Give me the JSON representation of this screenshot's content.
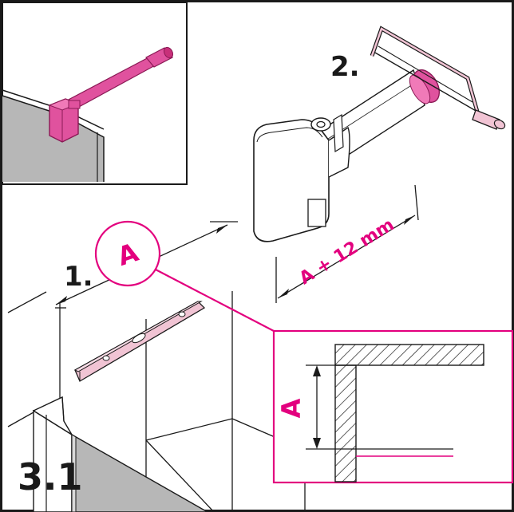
{
  "labels": {
    "step1": "1.",
    "step2": "2.",
    "circle_ref": "A",
    "cut_length": "A + 12 mm",
    "detail_dimension": "A",
    "section": "3.1"
  },
  "colors": {
    "accent": "#e3007e",
    "accent_fill": "#e0529e",
    "level_fill": "#f1c4d4",
    "glass_fill": "#b7b7b7",
    "line": "#1a1a1a"
  },
  "icons": {
    "inset_preview": "wall-profile-bar-mounted-icon",
    "saw": "hacksaw-icon",
    "level": "spirit-level-icon"
  }
}
